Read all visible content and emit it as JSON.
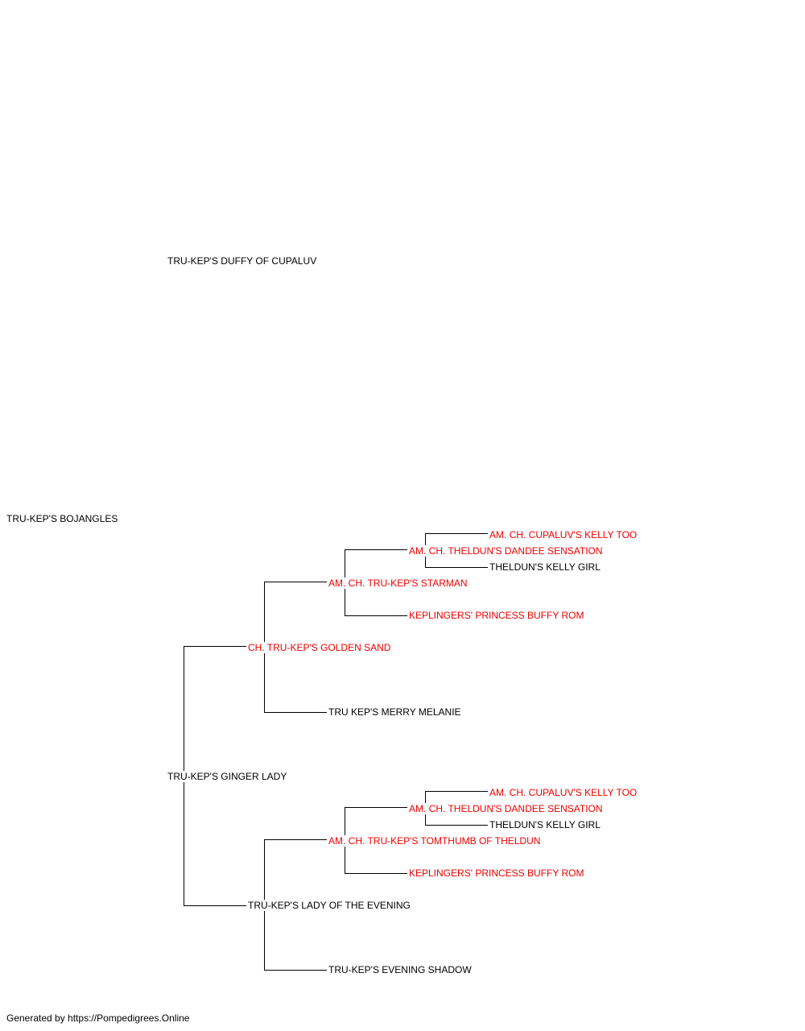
{
  "pedigree": {
    "subject": {
      "name": "TRU-KEP'S BOJANGLES",
      "champion": false
    },
    "sire": {
      "name": "TRU-KEP'S DUFFY OF CUPALUV",
      "champion": false
    },
    "dam": {
      "name": "TRU-KEP'S GINGER LADY",
      "champion": false
    },
    "dam_sire": {
      "name": "CH. TRU-KEP'S GOLDEN SAND",
      "champion": true
    },
    "dam_sire_sire": {
      "name": "AM. CH. TRU-KEP'S STARMAN",
      "champion": true
    },
    "dam_sire_sire_sire": {
      "name": "AM. CH. THELDUN'S DANDEE SENSATION",
      "champion": true
    },
    "dam_sire_sire_sire_sire": {
      "name": "AM. CH. CUPALUV'S KELLY TOO",
      "champion": true
    },
    "dam_sire_sire_sire_dam": {
      "name": "THELDUN'S KELLY GIRL",
      "champion": false
    },
    "dam_sire_sire_dam": {
      "name": "KEPLINGERS' PRINCESS BUFFY ROM",
      "champion": true
    },
    "dam_sire_dam": {
      "name": "TRU KEP'S MERRY MELANIE",
      "champion": false
    },
    "dam_dam": {
      "name": "TRU-KEP'S LADY OF THE EVENING",
      "champion": false
    },
    "dam_dam_sire": {
      "name": "AM. CH. TRU-KEP'S TOMTHUMB OF THELDUN",
      "champion": true
    },
    "dam_dam_sire_sire": {
      "name": "AM. CH. THELDUN'S DANDEE SENSATION",
      "champion": true
    },
    "dam_dam_sire_sire_sire": {
      "name": "AM. CH. CUPALUV'S KELLY TOO",
      "champion": true
    },
    "dam_dam_sire_sire_dam": {
      "name": "THELDUN'S KELLY GIRL",
      "champion": false
    },
    "dam_dam_sire_dam": {
      "name": "KEPLINGERS' PRINCESS BUFFY ROM",
      "champion": true
    },
    "dam_dam_dam": {
      "name": "TRU-KEP'S EVENING SHADOW",
      "champion": false
    }
  },
  "colors": {
    "champion": "#ee0000",
    "regular": "#000000",
    "connector": "#000000"
  },
  "footer": "Generated by https://Pompedigrees.Online"
}
